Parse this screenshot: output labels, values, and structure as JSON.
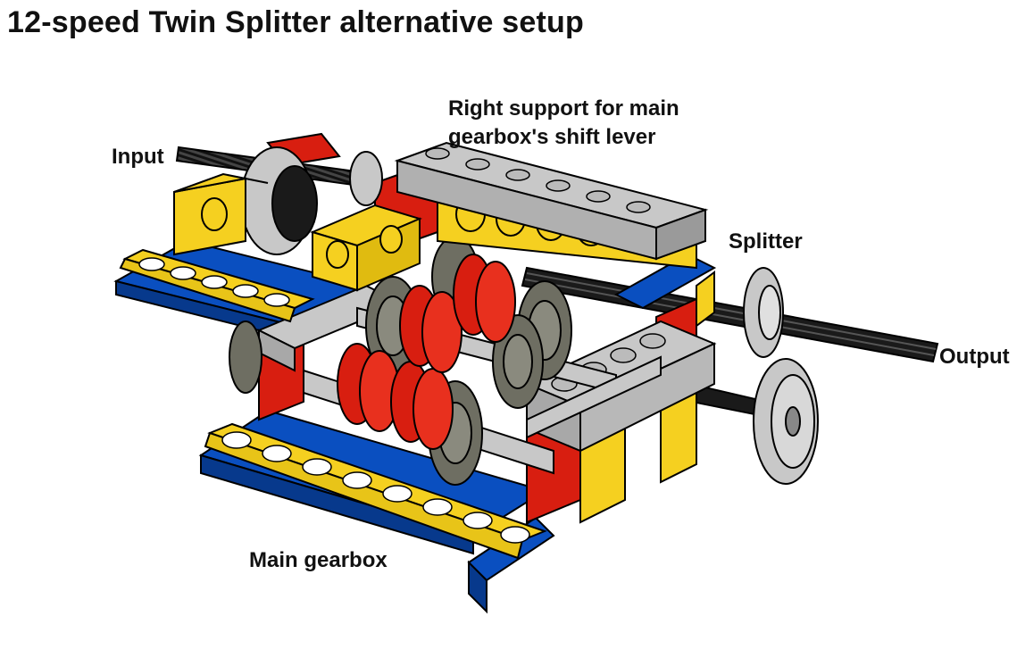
{
  "title": "12-speed Twin Splitter alternative setup",
  "labels": {
    "input": "Input",
    "right_support_line1": "Right support for main",
    "right_support_line2": "gearbox's shift lever",
    "splitter": "Splitter",
    "output": "Output",
    "main_gearbox": "Main gearbox"
  },
  "colors": {
    "yellow": "#f5d020",
    "red": "#d81e10",
    "blue": "#0a4fc0",
    "light_gray": "#c8c8c8",
    "dark_gray": "#6e6e62",
    "black_axle": "#1a1a1a",
    "outline": "#000000"
  }
}
